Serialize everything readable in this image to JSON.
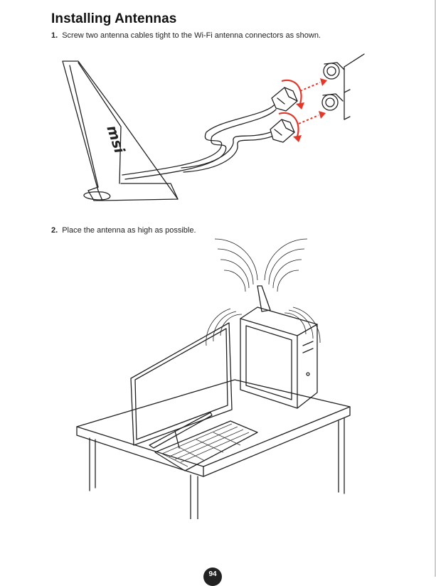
{
  "document": {
    "title": "Installing Antennas",
    "steps": [
      {
        "number": "1.",
        "text": "Screw two antenna cables tight to the Wi-Fi antenna connectors as shown."
      },
      {
        "number": "2.",
        "text": "Place the antenna as high as possible."
      }
    ],
    "antenna_logo_text": "msi",
    "page_number": "94"
  },
  "colors": {
    "arrow": "#e0392b",
    "line": "#222222"
  }
}
